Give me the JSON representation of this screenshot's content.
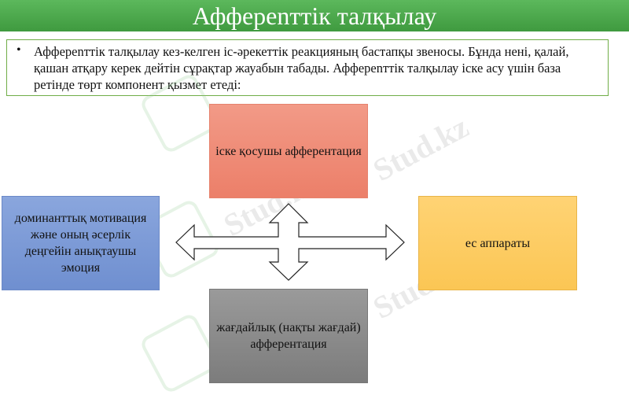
{
  "title": "Афферenттік талқылау",
  "intro": {
    "bullet": "•",
    "text": "Афферenттік талқылау кез-келген іс-әрекеттік реакцияның бастапқы звеносы. Бұнда нені, қалай, қашан атқару керек дейтін сұрақтар жауабын табады. Афферenттік талқылау іске асу үшін база ретінде төрт компонент қызмет етеді:"
  },
  "boxes": {
    "top": "іске қосушы афферентация",
    "left": "доминанттық мотивация және оның әсерлік деңгейін анықтаушы эмоция",
    "right": "ес аппараты",
    "bottom": "жағдайлық (нақты жағдай) афферентация"
  },
  "watermark": "Stud.kz",
  "colors": {
    "title_bar": "#4caf50",
    "top_box": "#ef8a75",
    "left_box": "#7b99d6",
    "right_box": "#fdca5e",
    "bottom_box": "#8a8a8a"
  }
}
